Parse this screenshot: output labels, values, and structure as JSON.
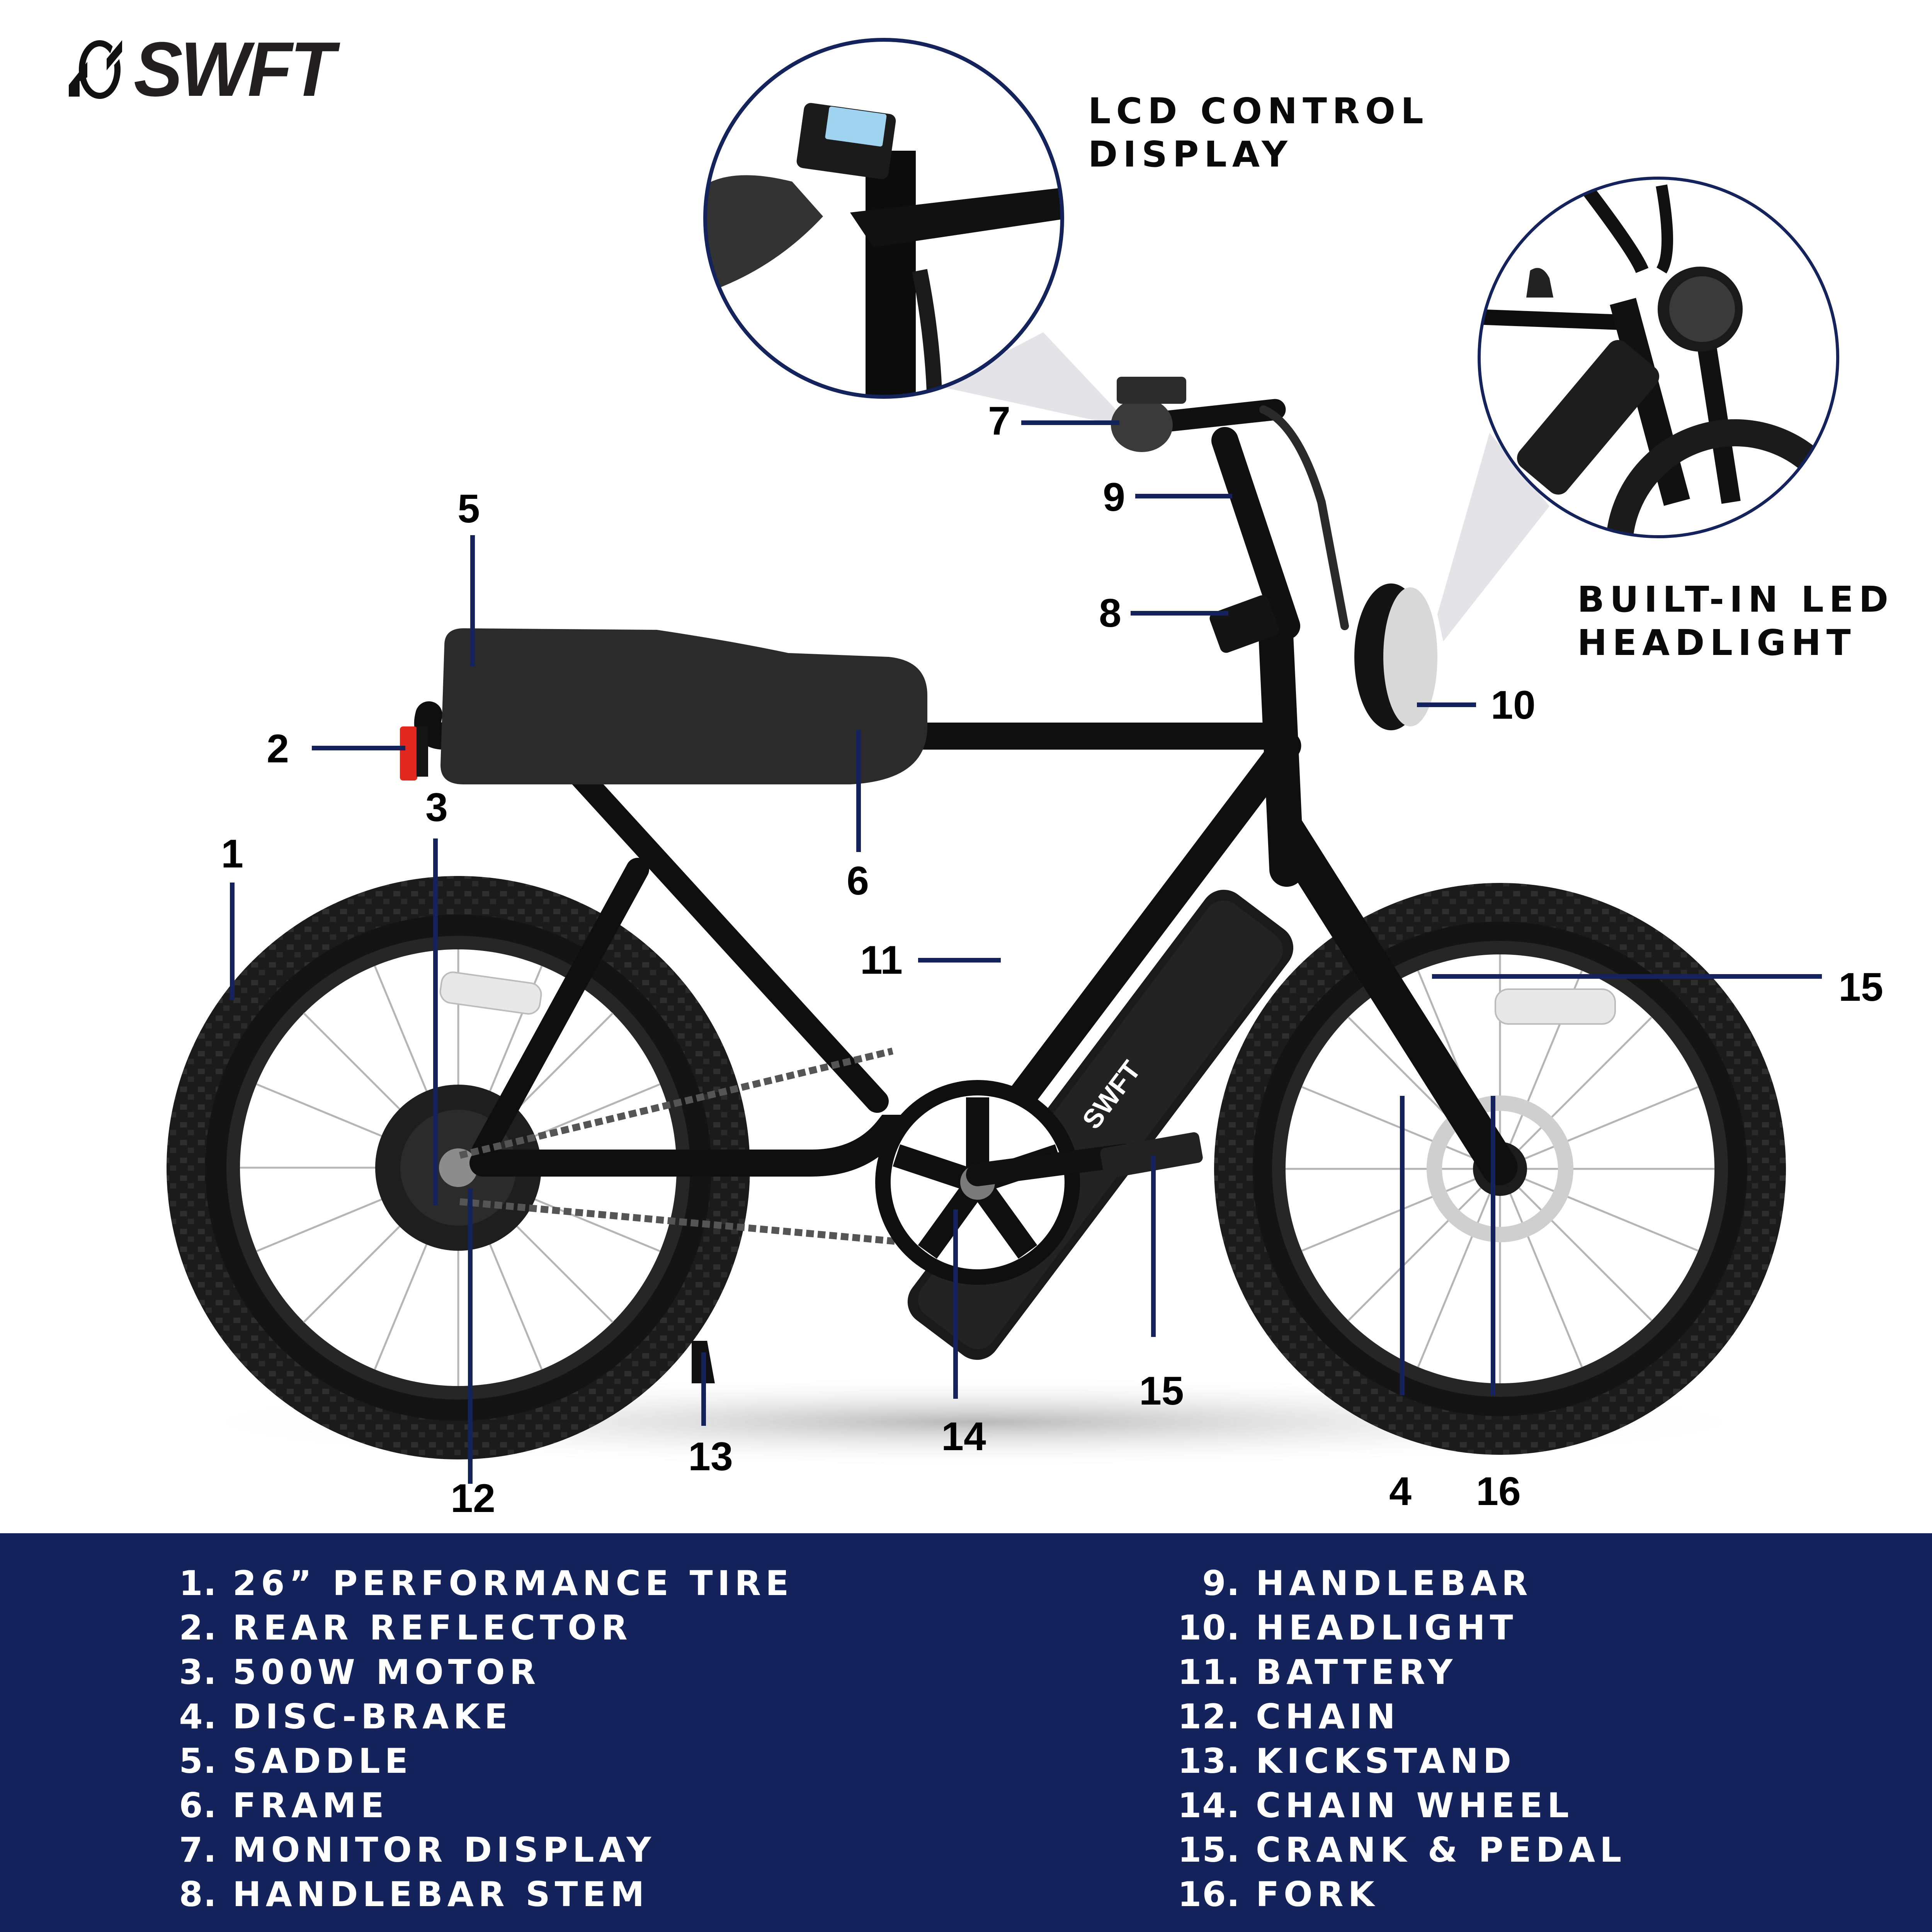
{
  "brand": {
    "logo_text": "SWFT",
    "battery_logo_text": "SWFT"
  },
  "colors": {
    "navy": "#14235c",
    "leader_line": "#14235c",
    "text_dark": "#0a0a0a",
    "beam_grey": "#e3e3e8",
    "reflector_red": "#e0281e",
    "lcd_blue": "#9fd3f0"
  },
  "callouts": {
    "lcd": {
      "line1": "LCD CONTROL",
      "line2": "DISPLAY"
    },
    "headlight": {
      "line1": "BUILT-IN LED",
      "line2": "HEADLIGHT"
    }
  },
  "markers": [
    {
      "id": "1",
      "label": "1"
    },
    {
      "id": "2",
      "label": "2"
    },
    {
      "id": "3",
      "label": "3"
    },
    {
      "id": "4",
      "label": "4"
    },
    {
      "id": "5",
      "label": "5"
    },
    {
      "id": "6",
      "label": "6"
    },
    {
      "id": "7",
      "label": "7"
    },
    {
      "id": "8",
      "label": "8"
    },
    {
      "id": "9",
      "label": "9"
    },
    {
      "id": "10",
      "label": "10"
    },
    {
      "id": "11",
      "label": "11"
    },
    {
      "id": "12",
      "label": "12"
    },
    {
      "id": "13",
      "label": "13"
    },
    {
      "id": "14",
      "label": "14"
    },
    {
      "id": "15a",
      "label": "15"
    },
    {
      "id": "15b",
      "label": "15"
    },
    {
      "id": "16",
      "label": "16"
    }
  ],
  "legend": {
    "left": [
      {
        "num": "1.",
        "text": "26” PERFORMANCE TIRE"
      },
      {
        "num": "2.",
        "text": "REAR REFLECTOR"
      },
      {
        "num": "3.",
        "text": "500W MOTOR"
      },
      {
        "num": "4.",
        "text": "DISC-BRAKE"
      },
      {
        "num": "5.",
        "text": "SADDLE"
      },
      {
        "num": "6.",
        "text": "FRAME"
      },
      {
        "num": "7.",
        "text": "MONITOR DISPLAY"
      },
      {
        "num": "8.",
        "text": "HANDLEBAR STEM"
      }
    ],
    "right": [
      {
        "num": "9.",
        "text": "HANDLEBAR"
      },
      {
        "num": "10.",
        "text": "HEADLIGHT"
      },
      {
        "num": "11.",
        "text": "BATTERY"
      },
      {
        "num": "12.",
        "text": "CHAIN"
      },
      {
        "num": "13.",
        "text": "KICKSTAND"
      },
      {
        "num": "14.",
        "text": "CHAIN WHEEL"
      },
      {
        "num": "15.",
        "text": "CRANK & PEDAL"
      },
      {
        "num": "16.",
        "text": "FORK"
      }
    ]
  }
}
